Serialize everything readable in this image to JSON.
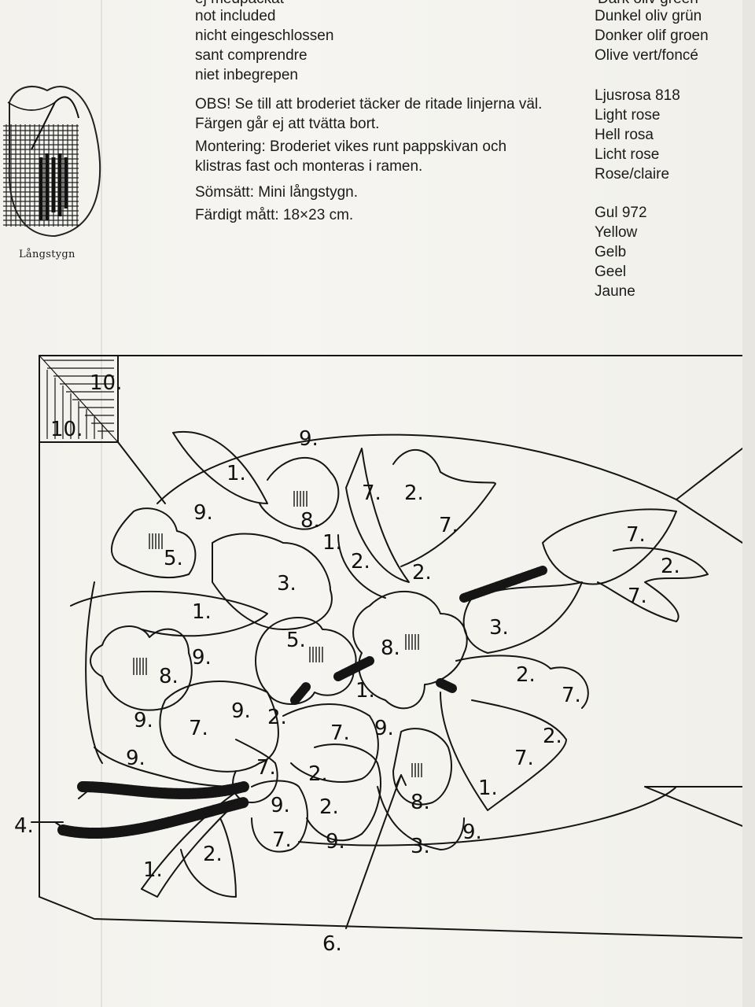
{
  "top_cut_line": "ej medpackat",
  "instructions": {
    "not_included": [
      "not included",
      "nicht eingeschlossen",
      "sant comprendre",
      "niet inbegrepen"
    ],
    "obs": [
      "OBS! Se till att broderiet täcker de ritade linjerna väl.",
      "Färgen går ej att tvätta bort."
    ],
    "montering": [
      "Montering: Broderiet vikes runt pappskivan och",
      "klistras fast och monteras i ramen."
    ],
    "somsatt": "Sömsätt: Mini långstygn.",
    "fardigt": "Färdigt mått: 18×23 cm."
  },
  "colors_list": {
    "dark_olive": [
      "Dark oliv green",
      "Dunkel oliv grün",
      "Donker olif groen",
      "Olive vert/foncé"
    ],
    "light_rose": [
      "Ljusrosa 818",
      "Light rose",
      "Hell rosa",
      "Licht rose",
      "Rose/claire"
    ],
    "yellow": [
      "Gul 972",
      "Yellow",
      "Gelb",
      "Geel",
      "Jaune"
    ]
  },
  "swatch_caption": "Långstygn",
  "diagram": {
    "corner_labels": [
      "10.",
      "10."
    ],
    "pointer_labels": [
      "4.",
      "6."
    ],
    "labels": [
      "9.",
      "1.",
      "9.",
      "8.",
      "1.",
      "7.",
      "2.",
      "7.",
      "2.",
      "2.",
      "5.",
      "3.",
      "7.",
      "2.",
      "7.",
      "1.",
      "5.",
      "8.",
      "3.",
      "9.",
      "8.",
      "1.",
      "2.",
      "7.",
      "9.",
      "2.",
      "7.",
      "9.",
      "7.",
      "9.",
      "2.",
      "7.",
      "9.",
      "2.",
      "7.",
      "8.",
      "1.",
      "9.",
      "9.",
      "2.",
      "7.",
      "9.",
      "3.",
      "1.",
      "2."
    ]
  }
}
